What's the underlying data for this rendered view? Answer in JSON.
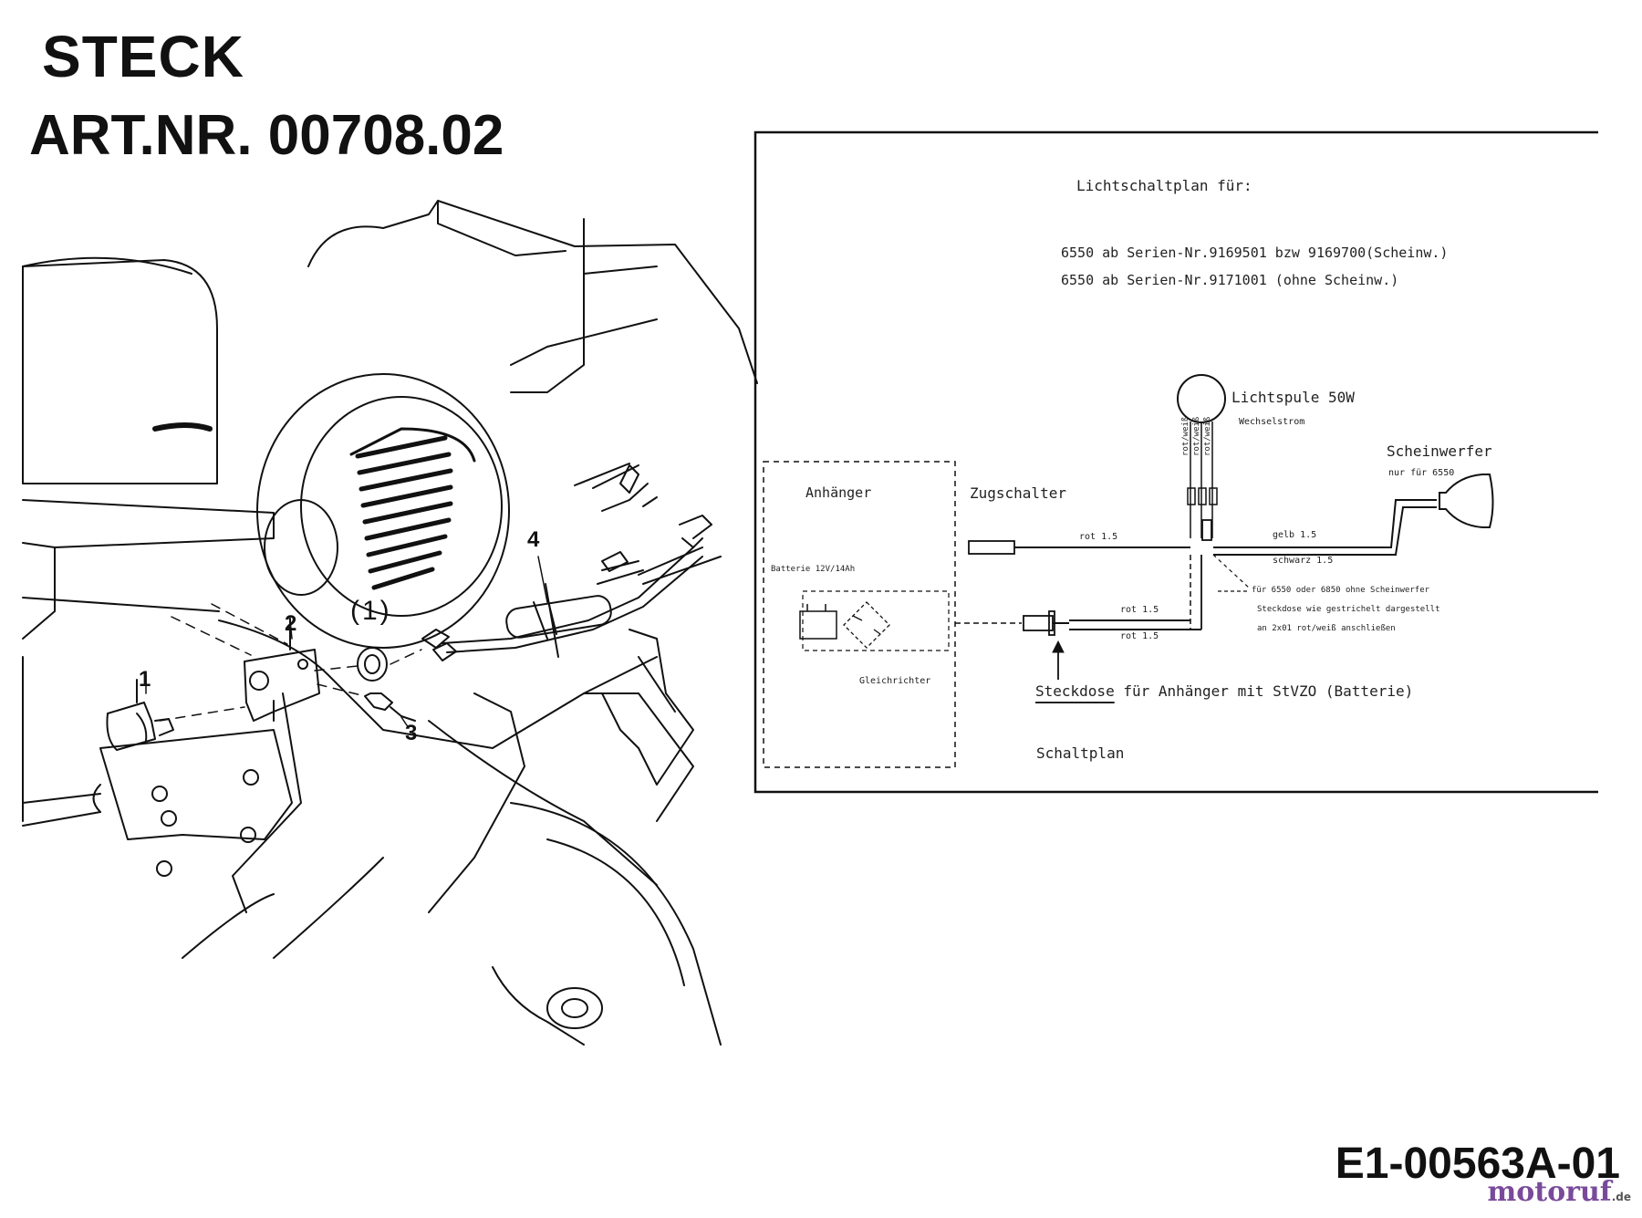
{
  "header": {
    "title": "STECK",
    "art_nr": "ART.NR. 00708.02"
  },
  "callouts": [
    "1",
    "2",
    "3",
    "4",
    "(1)"
  ],
  "wiring_diagram": {
    "heading": "Lichtschaltplan für:",
    "series_line_1": "6550 ab Serien-Nr.9169501 bzw 9169700(Scheinw.)",
    "series_line_2": "6550 ab Serien-Nr.9171001 (ohne Scheinw.)",
    "coil_label": "Lichtspule 50W",
    "coil_sub": "Wechselstrom",
    "headlight_label": "Scheinwerfer",
    "headlight_sub": "nur für 6550",
    "trailer_label": "Anhänger",
    "battery_label": "Batterie 12V/14Ah",
    "rectifier_label": "Gleichrichter",
    "pull_switch_label": "Zugschalter",
    "wires": {
      "rot_1": "rot 1.5",
      "gelb": "gelb 1.5",
      "schwarz": "schwarz 1.5",
      "rot_2": "rot 1.5",
      "rot_3": "rot 1.5",
      "vertical_1": "rot/weiß",
      "vertical_2": "rot/weiß",
      "vertical_3": "rot/weiß"
    },
    "note_line_1": "für 6550 oder 6850 ohne Scheinwerfer",
    "note_line_2": "Steckdose wie gestrichelt dargestellt",
    "note_line_3": "an 2x01 rot/weiß anschließen",
    "socket_prefix": "Steckdose",
    "socket_label": "für Anhänger mit StVZO (Batterie)",
    "caption": "Schaltplan"
  },
  "footer": {
    "code": "E1-00563A-01",
    "watermark_main": "motoruf",
    "watermark_tld": ".de"
  },
  "colors": {
    "ink": "#111111",
    "watermark_main": "#7a4a9a",
    "watermark_accent": "#c8952a"
  }
}
